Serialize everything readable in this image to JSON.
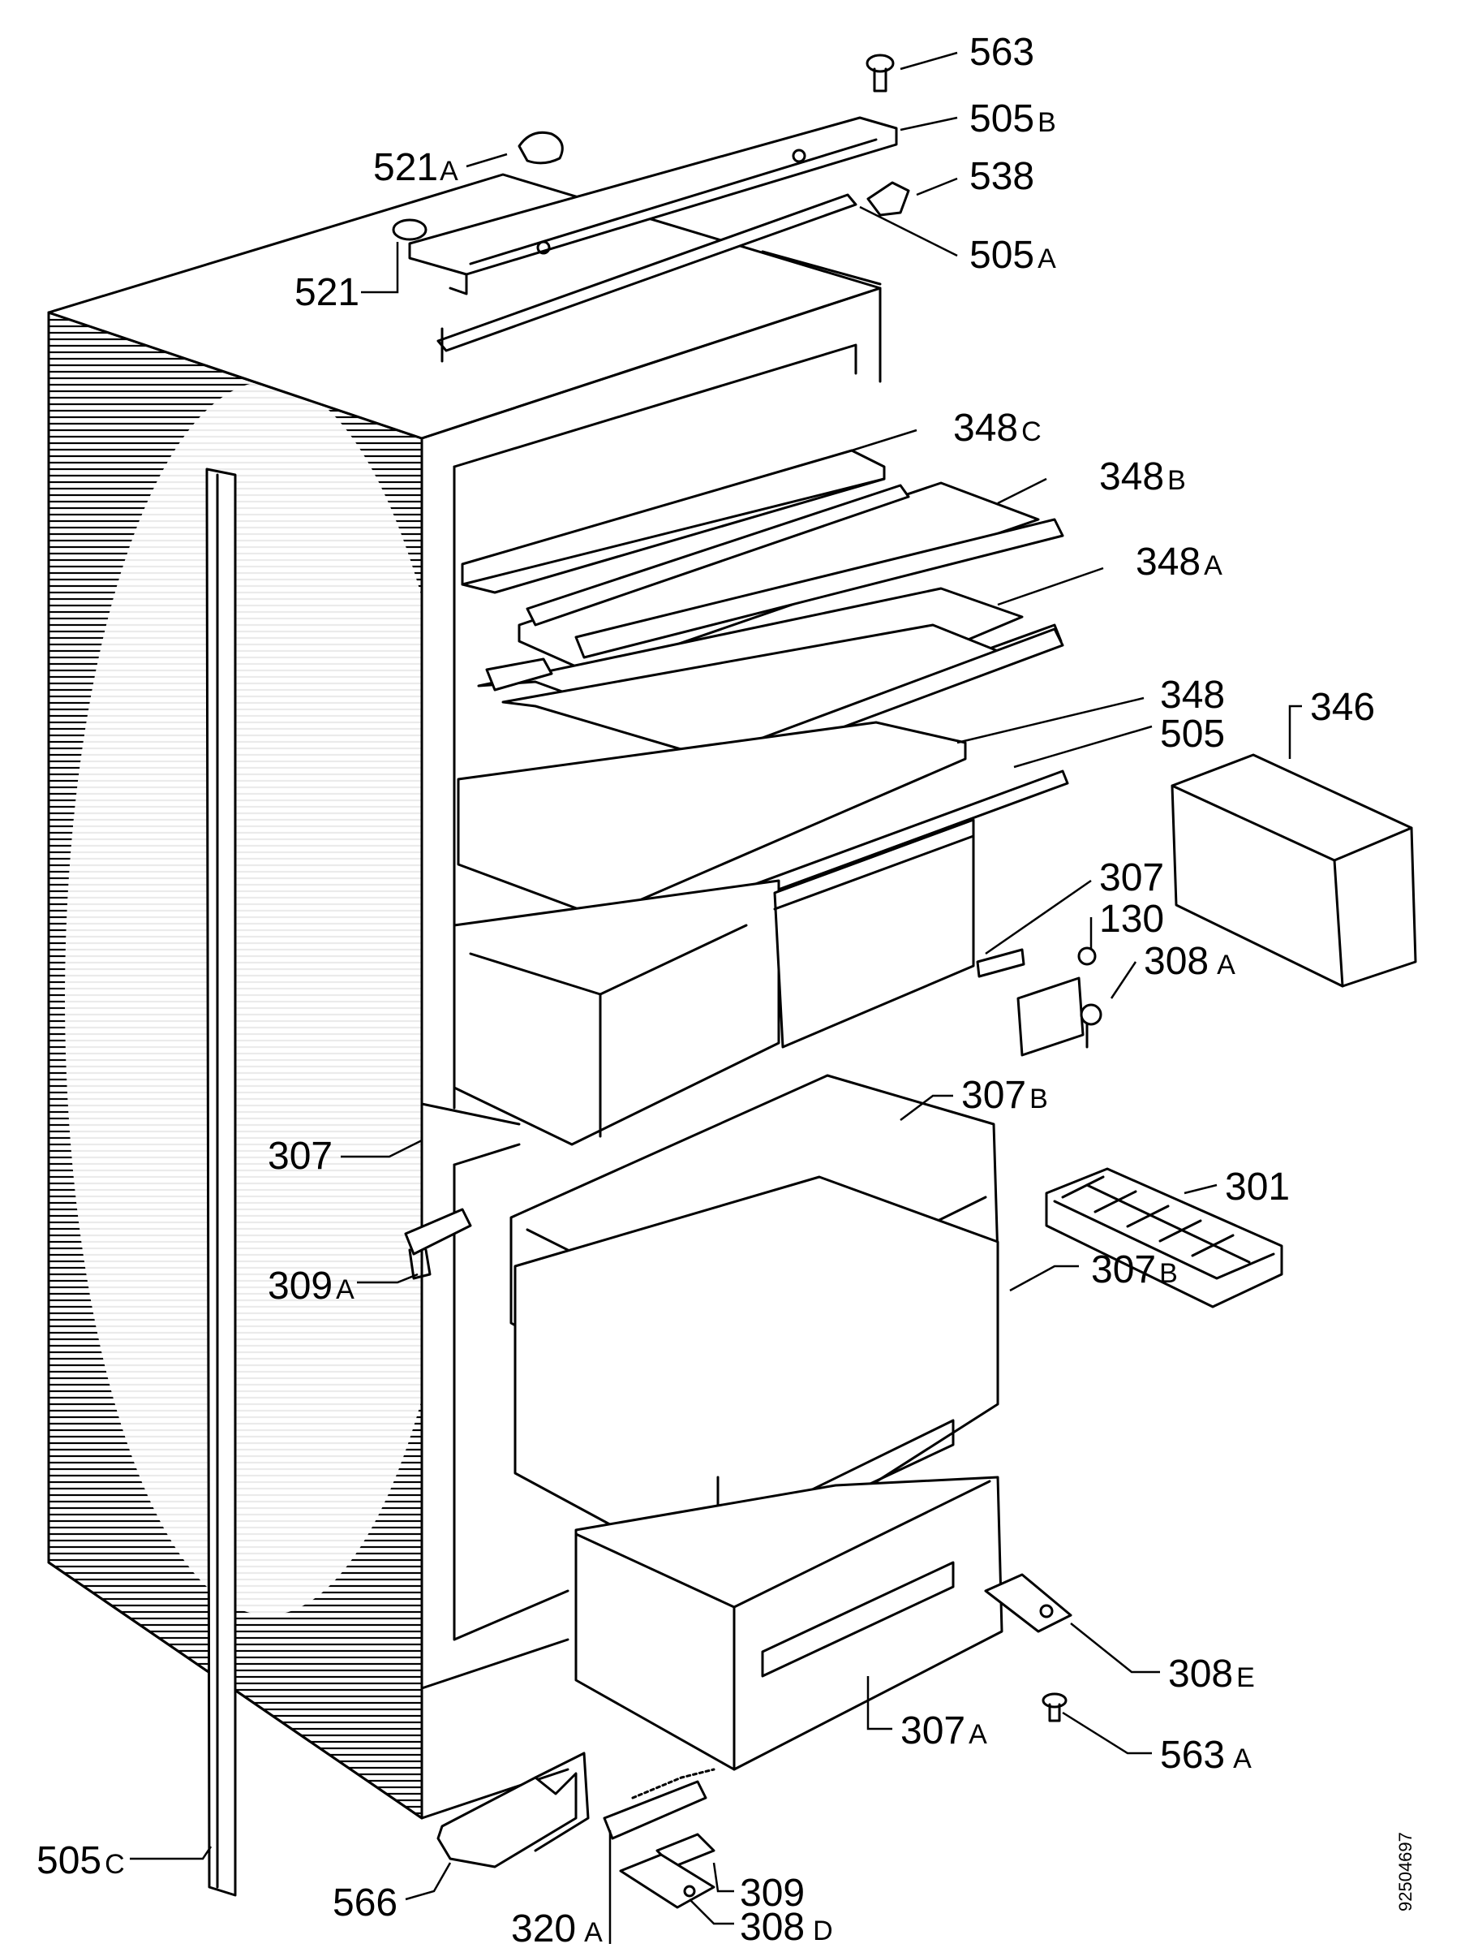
{
  "diagram": {
    "labels": {
      "l563": "563",
      "l505b": "505",
      "l505b_suffix": "B",
      "l521a": "521",
      "l521a_suffix": "A",
      "l538": "538",
      "l505a": "505",
      "l505a_suffix": "A",
      "l521": "521",
      "l348c": "348",
      "l348c_suffix": "C",
      "l348b": "348",
      "l348b_suffix": "B",
      "l348a": "348",
      "l348a_suffix": "A",
      "l348": "348",
      "l505": "505",
      "l346": "346",
      "l307_top": "307",
      "l130": "130",
      "l308a": "308",
      "l308a_suffix": "A",
      "l307b_1": "307",
      "l307b_1_suffix": "B",
      "l307_left": "307",
      "l301": "301",
      "l309a": "309",
      "l309a_suffix": "A",
      "l307b_2": "307",
      "l307b_2_suffix": "B",
      "l307a": "307",
      "l307a_suffix": "A",
      "l308e": "308",
      "l308e_suffix": "E",
      "l563a": "563",
      "l563a_suffix": "A",
      "l505c": "505",
      "l505c_suffix": "C",
      "l566": "566",
      "l309": "309",
      "l320a": "320",
      "l320a_suffix": "A",
      "l308d": "308",
      "l308d_suffix": "D"
    },
    "drawing_code": "92504697"
  }
}
